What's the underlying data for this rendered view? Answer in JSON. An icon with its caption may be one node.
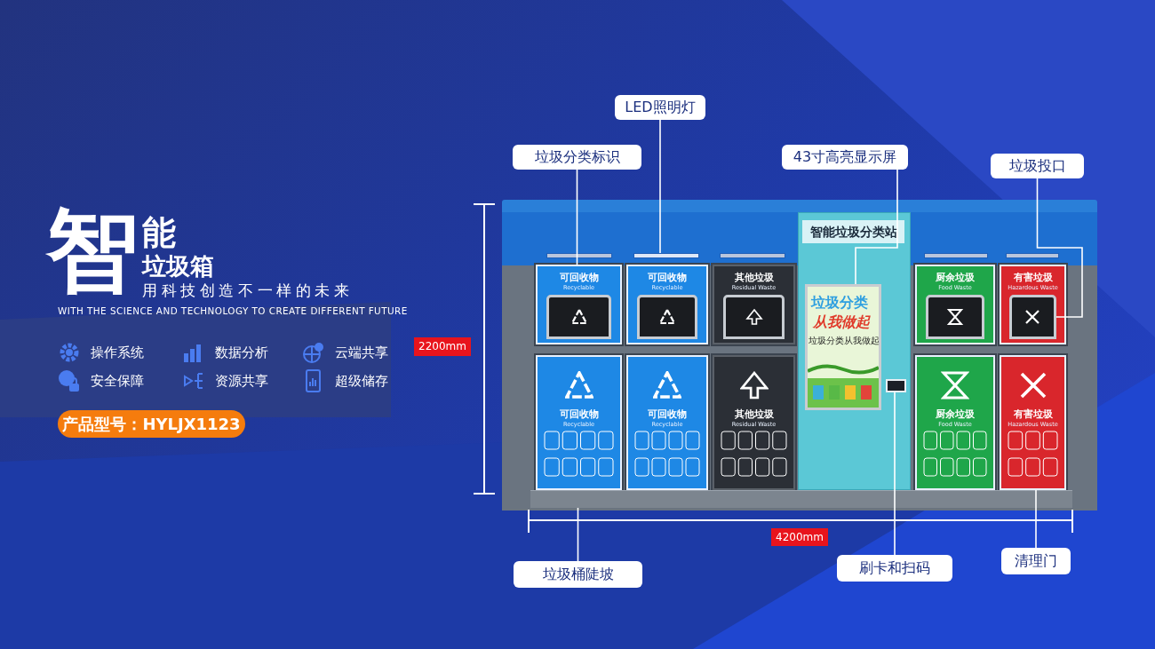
{
  "diagram": {
    "nodes": [
      {
        "text": [
          "垃圾分类标识"
        ]
      },
      {
        "text": [
          "LED照明灯"
        ]
      },
      {
        "text": [
          "43寸高亮显示屏"
        ]
      },
      {
        "text": [
          "垃圾投口"
        ]
      },
      {
        "text": [
          "垃圾桶陡坡"
        ]
      },
      {
        "text": [
          "刷卡和扫码"
        ]
      },
      {
        "text": [
          "清理门"
        ]
      },
      {
        "text": [],
        "shape": "picture"
      },
      {
        "text": [
          "智能垃圾分类站"
        ],
        "in": 7
      },
      {
        "text": [],
        "shape": "bar",
        "in": 7
      },
      {
        "text": [
          "可回收物",
          "Recyclable"
        ],
        "in": 7
      },
      {
        "text": [
          "可回收物",
          "Recyclable"
        ],
        "in": 7
      },
      {
        "text": [
          "其他垃圾",
          "Residual Waste"
        ],
        "in": 7
      },
      {
        "text": [
          "厨余垃圾",
          "Food Waste"
        ],
        "in": 7
      },
      {
        "text": [
          "有害垃圾",
          "Hazardous Waste"
        ],
        "in": 7
      },
      {
        "text": [
          "可回收物",
          "Recyclable"
        ],
        "in": 7
      },
      {
        "text": [
          "可回收物",
          "Recyclable"
        ],
        "in": 7
      },
      {
        "text": [
          "其他垃圾",
          "Residual Waste"
        ],
        "in": 7
      },
      {
        "text": [
          "垃圾分类",
          "从我做起",
          "垃圾分类从我做起"
        ],
        "in": 7
      },
      {
        "text": [
          "厨余垃圾",
          "Food Waste"
        ],
        "in": 7
      },
      {
        "text": [
          "有害垃圾",
          "Hazardous Waste"
        ],
        "in": 7
      },
      {
        "text": [],
        "shape": "box",
        "in": 14
      },
      {
        "text": [],
        "shape": "box",
        "in": 7
      },
      {
        "text": [],
        "shape": "bar",
        "in": 7
      },
      {
        "text": [
          "产品型号：HYLJX1123"
        ]
      }
    ],
    "edges": [
      {
        "from": 0,
        "to": 10,
        "arrow": "none"
      },
      {
        "from": 1,
        "to": 9,
        "arrow": "none"
      },
      {
        "from": 2,
        "to": 18,
        "arrow": "none"
      },
      {
        "from": 3,
        "to": 21,
        "arrow": "none"
      },
      {
        "from": 4,
        "to": 23,
        "arrow": "none"
      },
      {
        "from": 5,
        "to": 22,
        "arrow": "none"
      },
      {
        "from": 6,
        "to": 20,
        "arrow": "none"
      }
    ],
    "labels": [
      "智",
      "能",
      "垃圾箱",
      "用科技创造不一样的未来",
      "WITH THE SCIENCE AND TECHNOLOGY TO CREATE DIFFERENT FUTURE",
      "操作系统",
      "数据分析",
      "云端共享",
      "安全保障",
      "资源共享",
      "超级储存",
      "2200mm",
      "4200mm"
    ]
  }
}
